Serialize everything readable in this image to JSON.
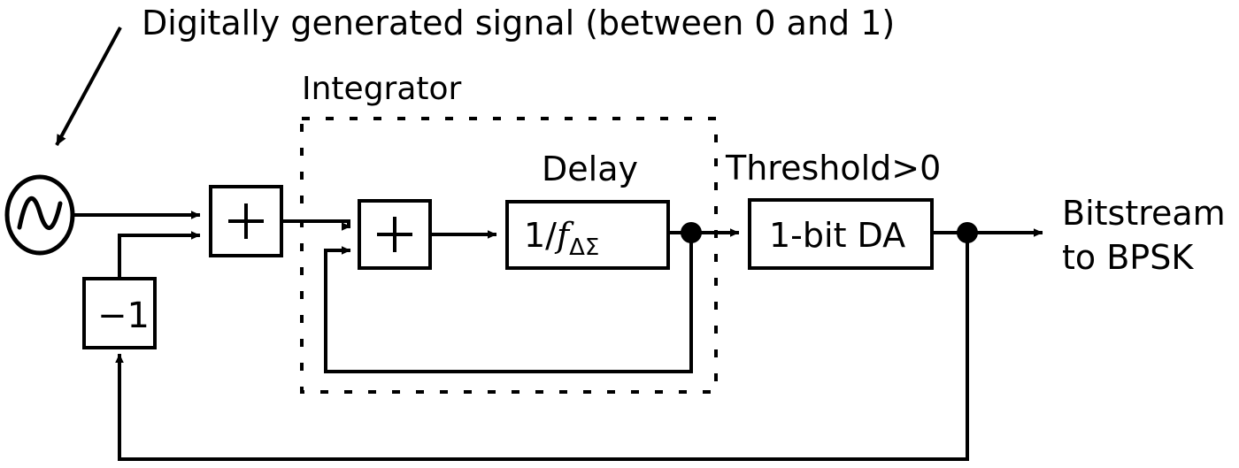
{
  "diagram": {
    "title_annotation": "Digitally generated signal (between 0 and 1)",
    "group_label": "Integrator",
    "delay_label": "Delay",
    "threshold_label": "Threshold>0",
    "output_label_line1": "Bitstream",
    "output_label_line2": "to BPSK",
    "blocks": {
      "source": {
        "name": "signal-source",
        "icon": "sine-wave-icon"
      },
      "summer_1": {
        "label": "+"
      },
      "summer_2": {
        "label": "+"
      },
      "delay": {
        "num": "1/",
        "sym": "f",
        "sub": "ΔΣ"
      },
      "quantizer": {
        "label": "1-bit DA"
      },
      "gain": {
        "label": "−1"
      }
    },
    "colors": {
      "stroke": "#000000",
      "background": "#ffffff",
      "fill": "#ffffff"
    }
  }
}
